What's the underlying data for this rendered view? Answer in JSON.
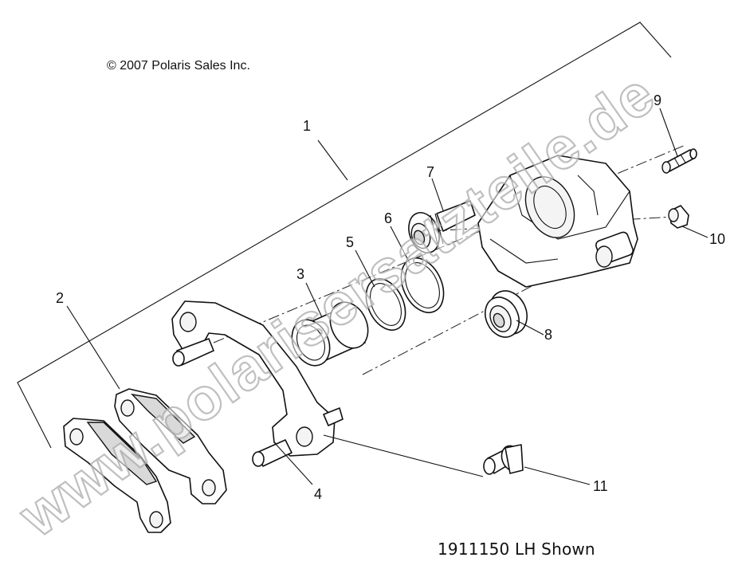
{
  "copyright": "© 2007 Polaris Sales Inc.",
  "figure_id": "1911150 LH Shown",
  "watermark": "www.polarisersatzteile.de",
  "callouts": [
    "1",
    "2",
    "3",
    "4",
    "5",
    "6",
    "7",
    "8",
    "9",
    "10",
    "11"
  ],
  "colors": {
    "line": "#111111",
    "background": "#ffffff",
    "watermark_outline": "#aaaaaa"
  }
}
